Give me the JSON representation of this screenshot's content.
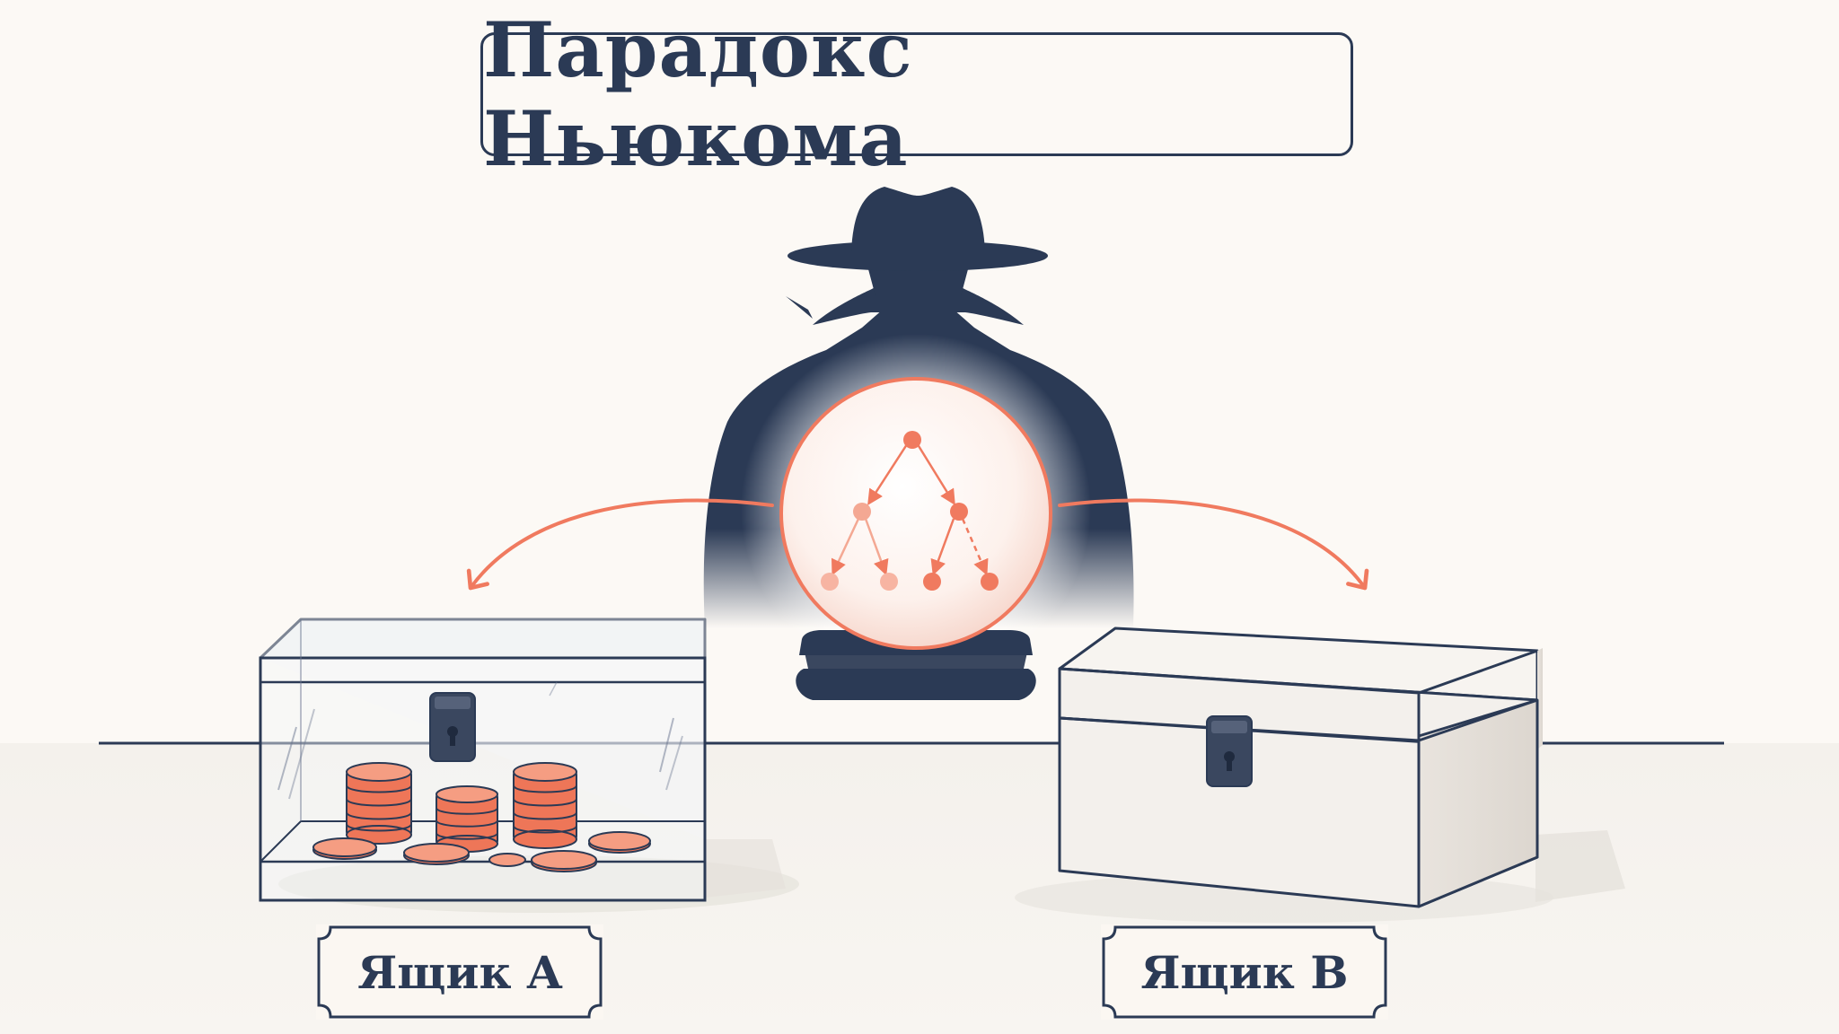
{
  "title": "Парадокс Ньюкома",
  "boxes": [
    {
      "label": "Ящик A"
    },
    {
      "label": "Ящик B"
    }
  ],
  "icons": {
    "predictor": "hat-silhouette-icon",
    "orb": "crystal-ball-icon",
    "tree": "decision-tree-icon",
    "coins": "coin-stack-icon",
    "lock": "lock-icon"
  },
  "colors": {
    "ink": "#2b3a55",
    "accent": "#f07a5f",
    "coin": "#ee7658",
    "background": "#fcf9f5"
  }
}
